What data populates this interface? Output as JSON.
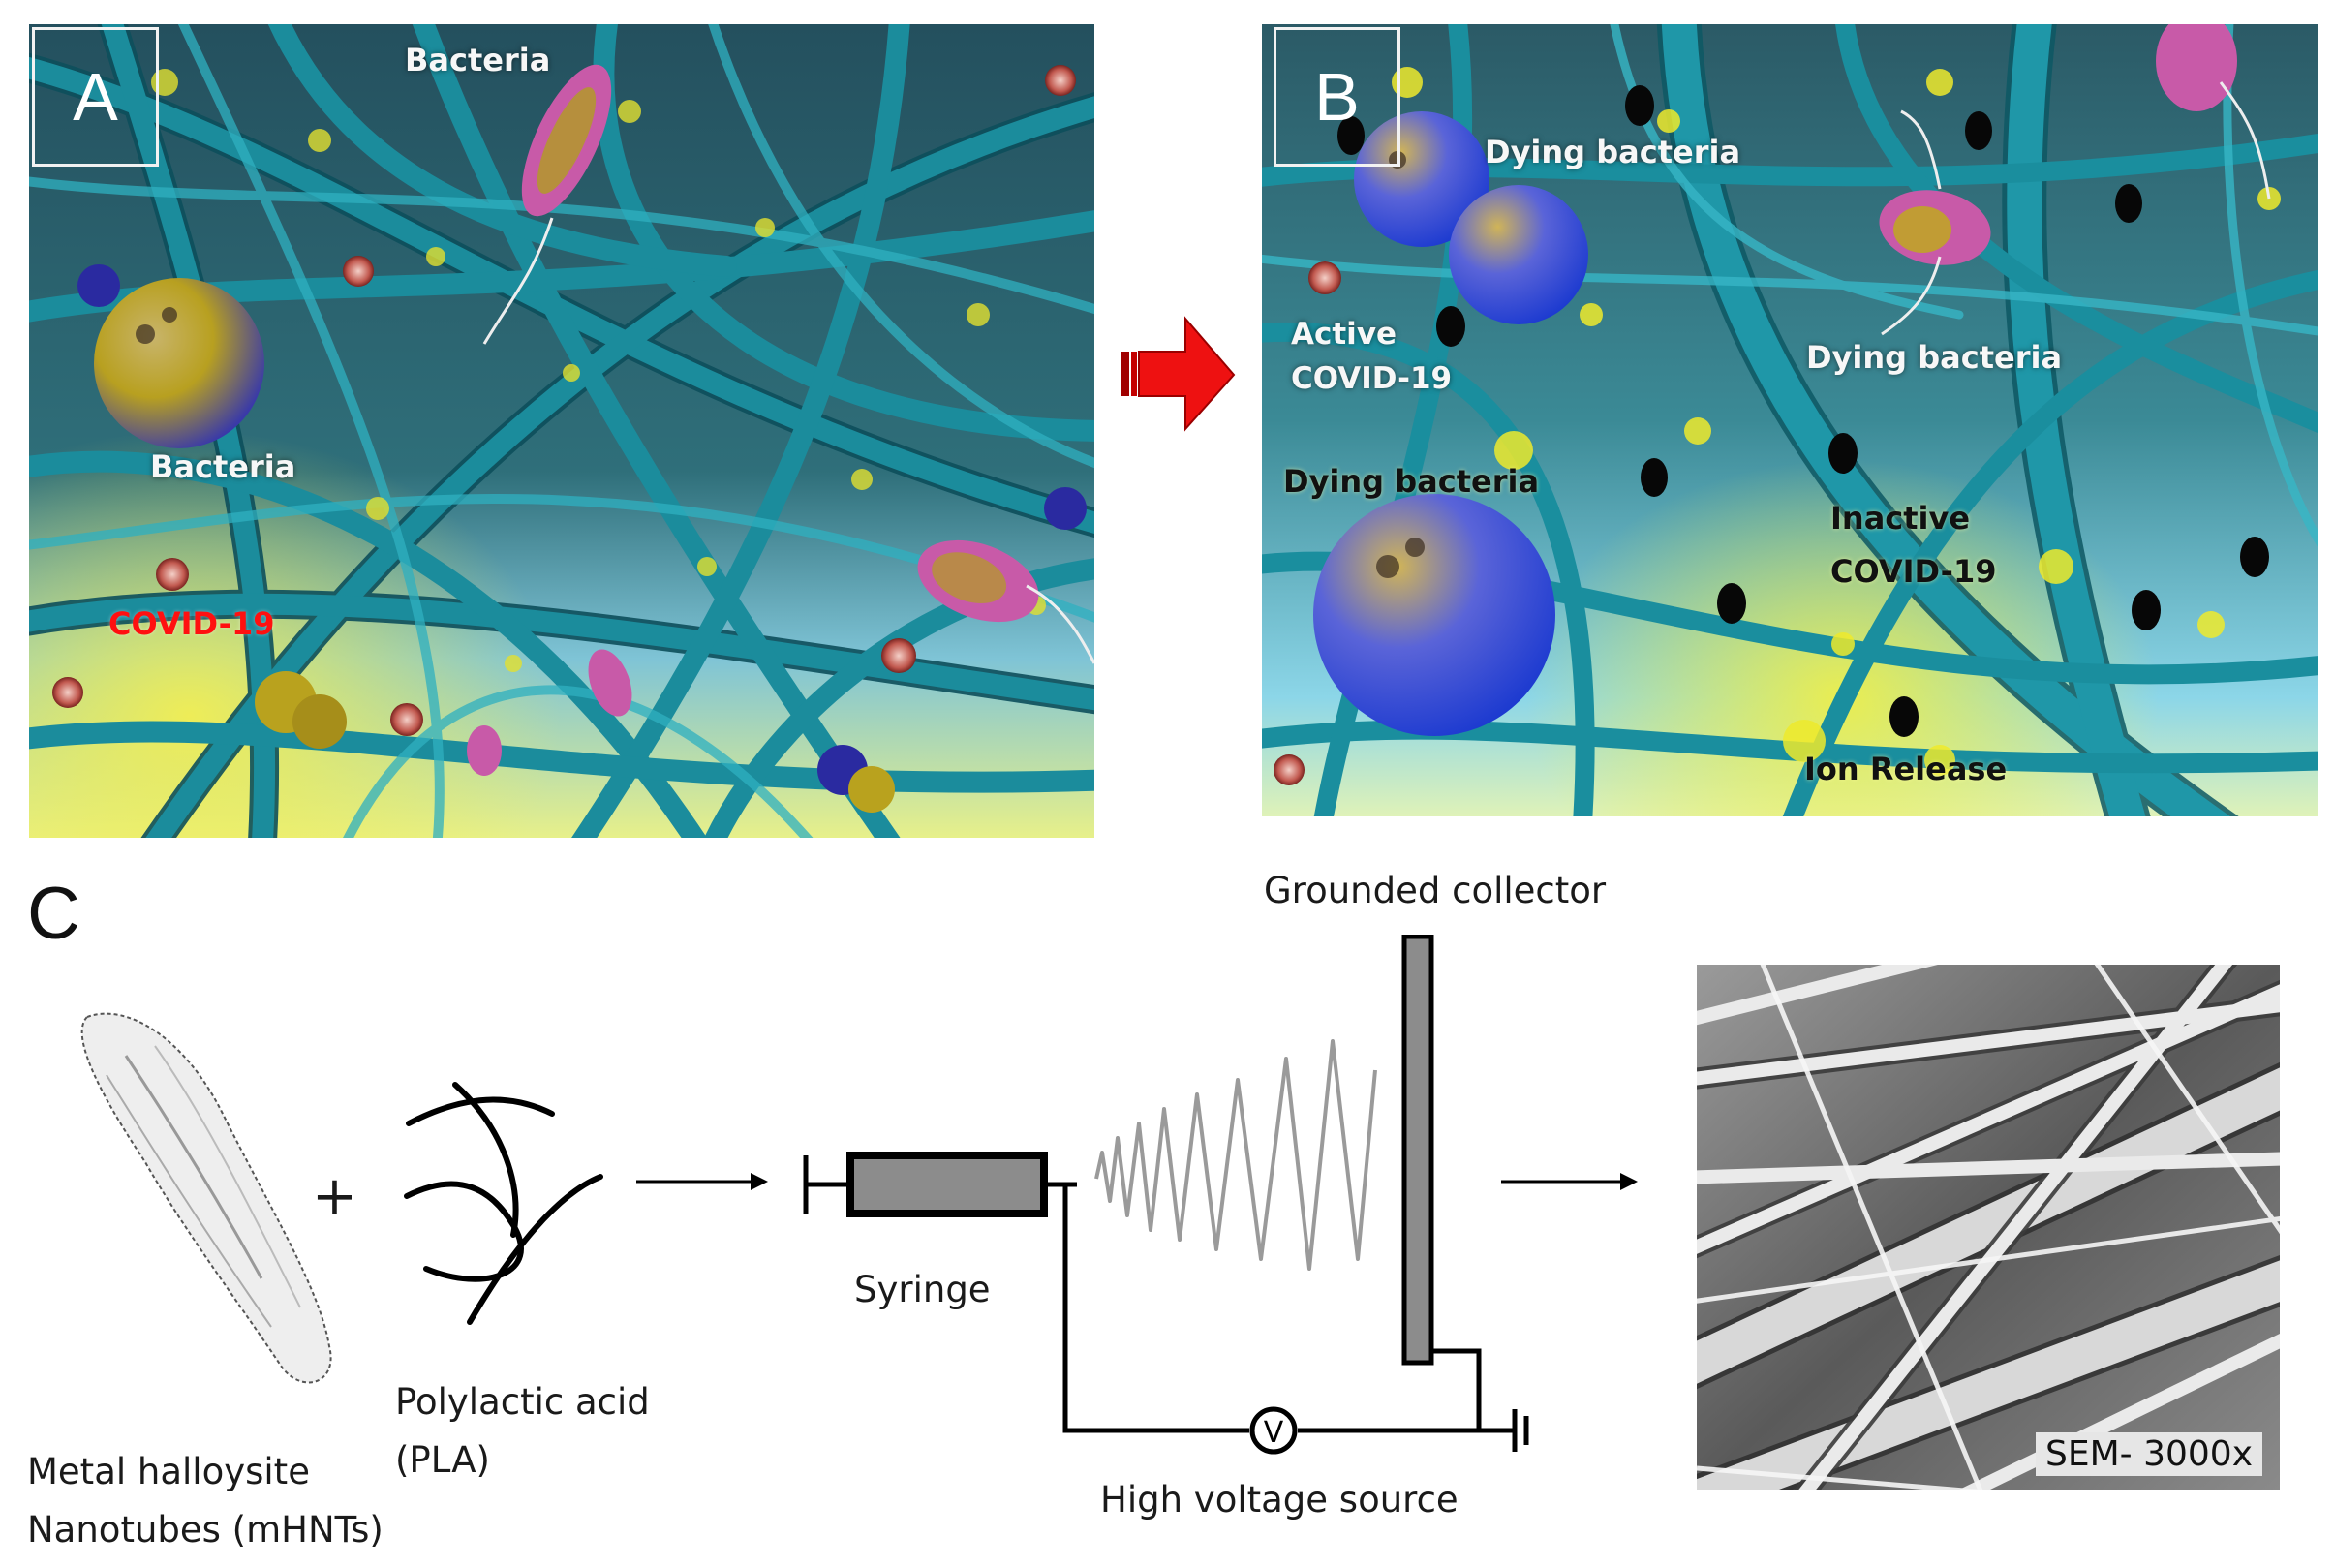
{
  "panel_a": {
    "tag": "A",
    "labels": {
      "bacteria_top": "Bacteria",
      "bacteria_left": "Bacteria",
      "covid": "COVID-19"
    }
  },
  "panel_b": {
    "tag": "B",
    "labels": {
      "dying_top": "Dying bacteria",
      "dying_right": "Dying bacteria",
      "dying_left": "Dying bacteria",
      "active_covid": "Active\nCOVID-19",
      "inactive_covid": "Inactive\nCOVID-19",
      "ion_release": "Ion Release"
    }
  },
  "panel_c": {
    "tag": "C",
    "grounded_collector": "Grounded collector",
    "plus": "+",
    "polylactic_acid": "Polylactic acid\n(PLA)",
    "metal_halloysite": "Metal halloysite\nNanotubes (mHNTs)",
    "syringe": "Syringe",
    "high_voltage_source": "High voltage source",
    "voltmeter_symbol": "V",
    "sem_label": "SEM- 3000x"
  },
  "colors": {
    "fiber": "#1c8c9c",
    "fiber_dark": "#0c5a68",
    "arrow_red": "#ee1111",
    "yellow_glow": "#e7e12a",
    "covid_red": "#ff1010"
  },
  "icons": {
    "transition_arrow": "red-right-arrow-icon",
    "flow_arrow": "black-right-arrow-icon",
    "voltmeter": "voltmeter-icon",
    "ground": "ground-symbol-icon"
  }
}
